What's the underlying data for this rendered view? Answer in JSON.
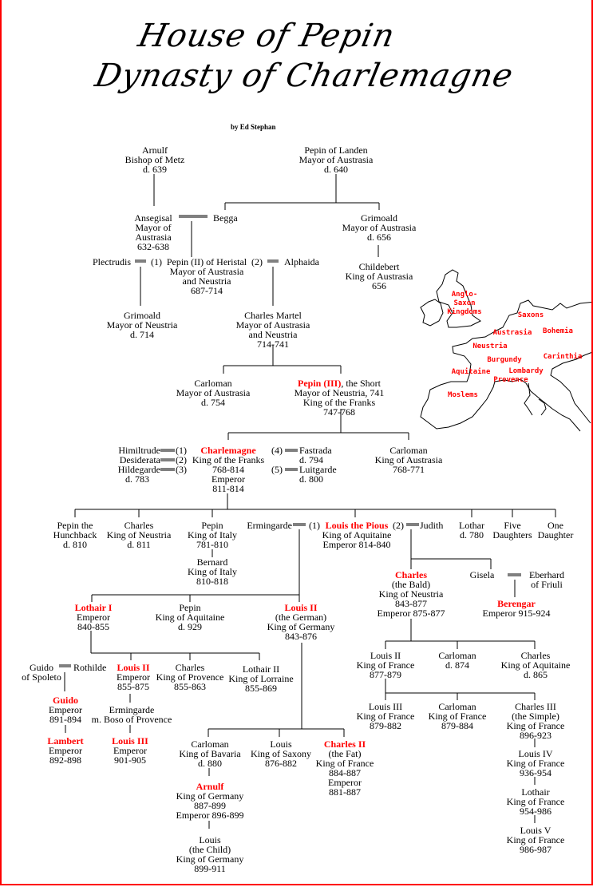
{
  "title": {
    "line1": "House of Pepin",
    "line2": "Dynasty of Charlemagne",
    "byline": "by Ed Stephan"
  },
  "colors": {
    "highlight": "#ff0000",
    "border": "#ff0000",
    "text": "#000000"
  },
  "persons": [
    {
      "id": "arnulf-metz",
      "lines": [
        "Arnulf",
        "Bishop of Metz",
        "d. 639"
      ]
    },
    {
      "id": "pepin-landen",
      "lines": [
        "Pepin of Landen",
        "Mayor of Austrasia",
        "d. 640"
      ]
    },
    {
      "id": "ansegisal",
      "lines": [
        "Ansegisal",
        "Mayor of",
        "Austrasia",
        "632-638"
      ]
    },
    {
      "id": "begga",
      "lines": [
        "Begga"
      ]
    },
    {
      "id": "grimoald-austrasia",
      "lines": [
        "Grimoald",
        "Mayor of Austrasia",
        "d. 656"
      ]
    },
    {
      "id": "plectrudis",
      "lines": [
        "Plectrudis"
      ]
    },
    {
      "id": "pepin-ii",
      "lines": [
        "Pepin (II) of Heristal",
        "Mayor of Austrasia",
        "and Neustria",
        "687-714"
      ]
    },
    {
      "id": "alphaida",
      "lines": [
        "Alphaida"
      ]
    },
    {
      "id": "childebert",
      "lines": [
        "Childebert",
        "King of Austrasia",
        "656"
      ]
    },
    {
      "id": "grimoald-neustria",
      "lines": [
        "Grimoald",
        "Mayor of Neustria",
        "d. 714"
      ]
    },
    {
      "id": "charles-martel",
      "lines": [
        "Charles Martel",
        "Mayor of Austrasia",
        "and Neustria",
        "714-741"
      ]
    },
    {
      "id": "carloman-austrasia",
      "lines": [
        "Carloman",
        "Mayor of Austrasia",
        "d. 754"
      ]
    },
    {
      "id": "pepin-iii",
      "name": "Pepin (III)",
      "name_suffix": ", the Short",
      "lines": [
        "Mayor of Neustria, 741",
        "King of the Franks",
        "747-768"
      ]
    },
    {
      "id": "wives-left",
      "lines": [
        "Himiltrude",
        "Desiderata",
        "Hildegarde"
      ]
    },
    {
      "id": "hildegarde-death",
      "lines": [
        "d. 783"
      ]
    },
    {
      "id": "charlemagne",
      "name": "Charlemagne",
      "lines": [
        "King of the Franks",
        "768-814",
        "Emperor",
        "811-814"
      ]
    },
    {
      "id": "wives-right",
      "lines": [
        "Fastrada",
        "d. 794",
        "Luitgarde",
        "d. 800"
      ]
    },
    {
      "id": "carloman-king",
      "lines": [
        "Carloman",
        "King of Austrasia",
        "768-771"
      ]
    },
    {
      "id": "pepin-hunchback",
      "lines": [
        "Pepin the",
        "Hunchback",
        "d. 810"
      ]
    },
    {
      "id": "charles-neustria",
      "lines": [
        "Charles",
        "King of Neustria",
        "d. 811"
      ]
    },
    {
      "id": "pepin-italy",
      "lines": [
        "Pepin",
        "King of Italy",
        "781-810"
      ]
    },
    {
      "id": "ermingarde",
      "lines": [
        "Ermingarde"
      ]
    },
    {
      "id": "louis-pious",
      "name": "Louis the Pious",
      "lines": [
        "King of Aquitaine",
        "Emperor 814-840"
      ]
    },
    {
      "id": "judith",
      "lines": [
        "Judith"
      ]
    },
    {
      "id": "lothar",
      "lines": [
        "Lothar",
        "d. 780"
      ]
    },
    {
      "id": "five-daughters",
      "lines": [
        "Five",
        "Daughters"
      ]
    },
    {
      "id": "one-daughter",
      "lines": [
        "One",
        "Daughter"
      ]
    },
    {
      "id": "bernard",
      "lines": [
        "Bernard",
        "King of Italy",
        "810-818"
      ]
    },
    {
      "id": "charles-bald",
      "name": "Charles",
      "lines": [
        "(the Bald)",
        "King of Neustria",
        "843-877",
        "Emperor 875-877"
      ]
    },
    {
      "id": "gisela",
      "lines": [
        "Gisela"
      ]
    },
    {
      "id": "eberhard",
      "lines": [
        "Eberhard",
        "of Friuli"
      ]
    },
    {
      "id": "berengar",
      "name": "Berengar",
      "lines": [
        "Emperor 915-924"
      ]
    },
    {
      "id": "lothair-i",
      "name": "Lothair I",
      "lines": [
        "Emperor",
        "840-855"
      ]
    },
    {
      "id": "pepin-aquitaine",
      "lines": [
        "Pepin",
        "King of Aquitaine",
        "d. 929"
      ]
    },
    {
      "id": "louis-german",
      "name": "Louis II",
      "lines": [
        "(the German)",
        "King of Germany",
        "843-876"
      ]
    },
    {
      "id": "guido-spoleto",
      "lines": [
        "Guido",
        "of Spoleto"
      ]
    },
    {
      "id": "rothilde",
      "lines": [
        "Rothilde"
      ]
    },
    {
      "id": "louis-ii-emperor",
      "name": "Louis II",
      "lines": [
        "Emperor",
        "855-875"
      ]
    },
    {
      "id": "charles-provence",
      "lines": [
        "Charles",
        "King of Provence",
        "855-863"
      ]
    },
    {
      "id": "lothair-ii",
      "lines": [
        "Lothair II",
        "King of Lorraine",
        "855-869"
      ]
    },
    {
      "id": "louis-ii-france",
      "lines": [
        "Louis II",
        "King of France",
        "877-879"
      ]
    },
    {
      "id": "carloman-874",
      "lines": [
        "Carloman",
        "d. 874"
      ]
    },
    {
      "id": "charles-aquitaine",
      "lines": [
        "Charles",
        "King of Aquitaine",
        "d. 865"
      ]
    },
    {
      "id": "guido-emperor",
      "name": "Guido",
      "lines": [
        "Emperor",
        "891-894"
      ]
    },
    {
      "id": "ermingarde-boso",
      "lines": [
        "Ermingarde",
        "m. Boso of Provence"
      ]
    },
    {
      "id": "louis-iii-france",
      "lines": [
        "Louis III",
        "King of France",
        "879-882"
      ]
    },
    {
      "id": "carloman-france",
      "lines": [
        "Carloman",
        "King of France",
        "879-884"
      ]
    },
    {
      "id": "charles-iii-simple",
      "lines": [
        "Charles III",
        "(the Simple)",
        "King of France",
        "896-923"
      ]
    },
    {
      "id": "lambert",
      "name": "Lambert",
      "lines": [
        "Emperor",
        "892-898"
      ]
    },
    {
      "id": "louis-iii-emperor",
      "name": "Louis III",
      "lines": [
        "Emperor",
        "901-905"
      ]
    },
    {
      "id": "carloman-bavaria",
      "lines": [
        "Carloman",
        "King of Bavaria",
        "d. 880"
      ]
    },
    {
      "id": "louis-saxony",
      "lines": [
        "Louis",
        "King of Saxony",
        "876-882"
      ]
    },
    {
      "id": "charles-fat",
      "name": "Charles II",
      "lines": [
        "(the Fat)",
        "King of France",
        "884-887",
        "Emperor",
        "881-887"
      ]
    },
    {
      "id": "louis-iv",
      "lines": [
        "Louis IV",
        "King of France",
        "936-954"
      ]
    },
    {
      "id": "arnulf-germany",
      "name": "Arnulf",
      "lines": [
        "King of Germany",
        "887-899",
        "Emperor 896-899"
      ]
    },
    {
      "id": "lothair-france",
      "lines": [
        "Lothair",
        "King of France",
        "954-986"
      ]
    },
    {
      "id": "louis-child",
      "lines": [
        "Louis",
        "(the Child)",
        "King of Germany",
        "899-911"
      ]
    },
    {
      "id": "louis-v",
      "lines": [
        "Louis V",
        "King of France",
        "986-987"
      ]
    }
  ],
  "marriage_marks": [
    "(1)",
    "(2)",
    "(1)",
    "(2)",
    "(3)",
    "(4)",
    "(5)",
    "(1)",
    "(2)"
  ],
  "map": {
    "labels": [
      "Anglo-\nSaxon\nKingdoms",
      "Saxons",
      "Austrasia",
      "Bohemia",
      "Neustria",
      "Burgundy",
      "Carinthia",
      "Aquitaine",
      "Lombardy",
      "Provence",
      "Moslems"
    ]
  }
}
